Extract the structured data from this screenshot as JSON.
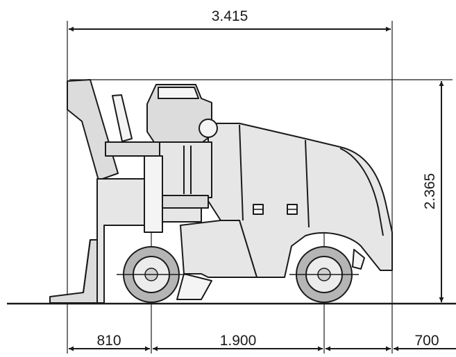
{
  "dimensions": {
    "overall_length": "3.415",
    "overall_height": "2.365",
    "front_overhang": "810",
    "wheelbase": "1.900",
    "rear_overhang": "700"
  }
}
